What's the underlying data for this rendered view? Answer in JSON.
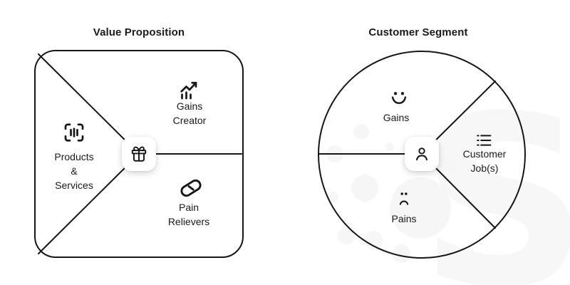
{
  "colors": {
    "background": "#ffffff",
    "ink": "#1a1a1a",
    "line": "#161616",
    "watermark": "#f6f6f6"
  },
  "watermark": {
    "letter": "S"
  },
  "value_proposition": {
    "title": "Value Proposition",
    "center_icon": "gift-icon",
    "sections": {
      "products_services": {
        "label": "Products\n&\nServices",
        "icon": "barcode-scan-icon"
      },
      "gains_creator": {
        "label": "Gains\nCreator",
        "icon": "chart-increase-icon"
      },
      "pain_relievers": {
        "label": "Pain\nRelievers",
        "icon": "pill-icon"
      }
    }
  },
  "customer_segment": {
    "title": "Customer Segment",
    "center_icon": "person-icon",
    "sections": {
      "gains": {
        "label": "Gains",
        "icon": "smiley-face-icon"
      },
      "customer_jobs": {
        "label": "Customer\nJob(s)",
        "icon": "task-list-icon"
      },
      "pains": {
        "label": "Pains",
        "icon": "frown-face-icon"
      }
    }
  }
}
